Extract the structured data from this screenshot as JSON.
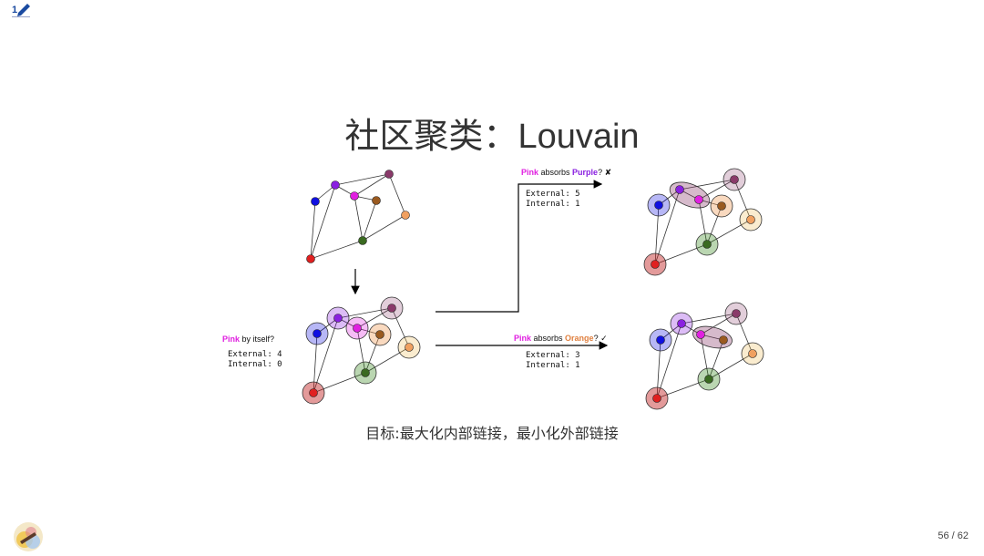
{
  "title": {
    "cn": "社区聚类：",
    "latin": "Louvain"
  },
  "caption": "目标:最大化内部链接，最小化外部链接",
  "page_number": "56 / 62",
  "panels": {
    "by_itself": {
      "prefix": "Pink",
      "suffix": " by itself?",
      "external": "External: 4",
      "internal": "Internal: 0"
    },
    "absorb_purple": {
      "prefix": "Pink",
      "middle": " absorbs ",
      "target": "Purple",
      "suffix": "? ✘",
      "external": "External: 5",
      "internal": "Internal: 1"
    },
    "absorb_orange": {
      "prefix": "Pink",
      "middle": " absorbs ",
      "target": "Orange",
      "suffix": "? ✓",
      "external": "External: 3",
      "internal": "Internal: 1"
    }
  },
  "colors": {
    "blue": "#1010e0",
    "purple": "#8a20e0",
    "mauve": "#8a3a6a",
    "pink": "#e020e0",
    "brown": "#9a5a20",
    "orange": "#f0a060",
    "green": "#3a6a20",
    "red": "#e02020",
    "pink_text": "#e020e0",
    "purple_text": "#8a20e0",
    "orange_text": "#e08040"
  },
  "icons": {
    "top_logo": "pencil-icon",
    "avatar": "avatar-icon"
  }
}
